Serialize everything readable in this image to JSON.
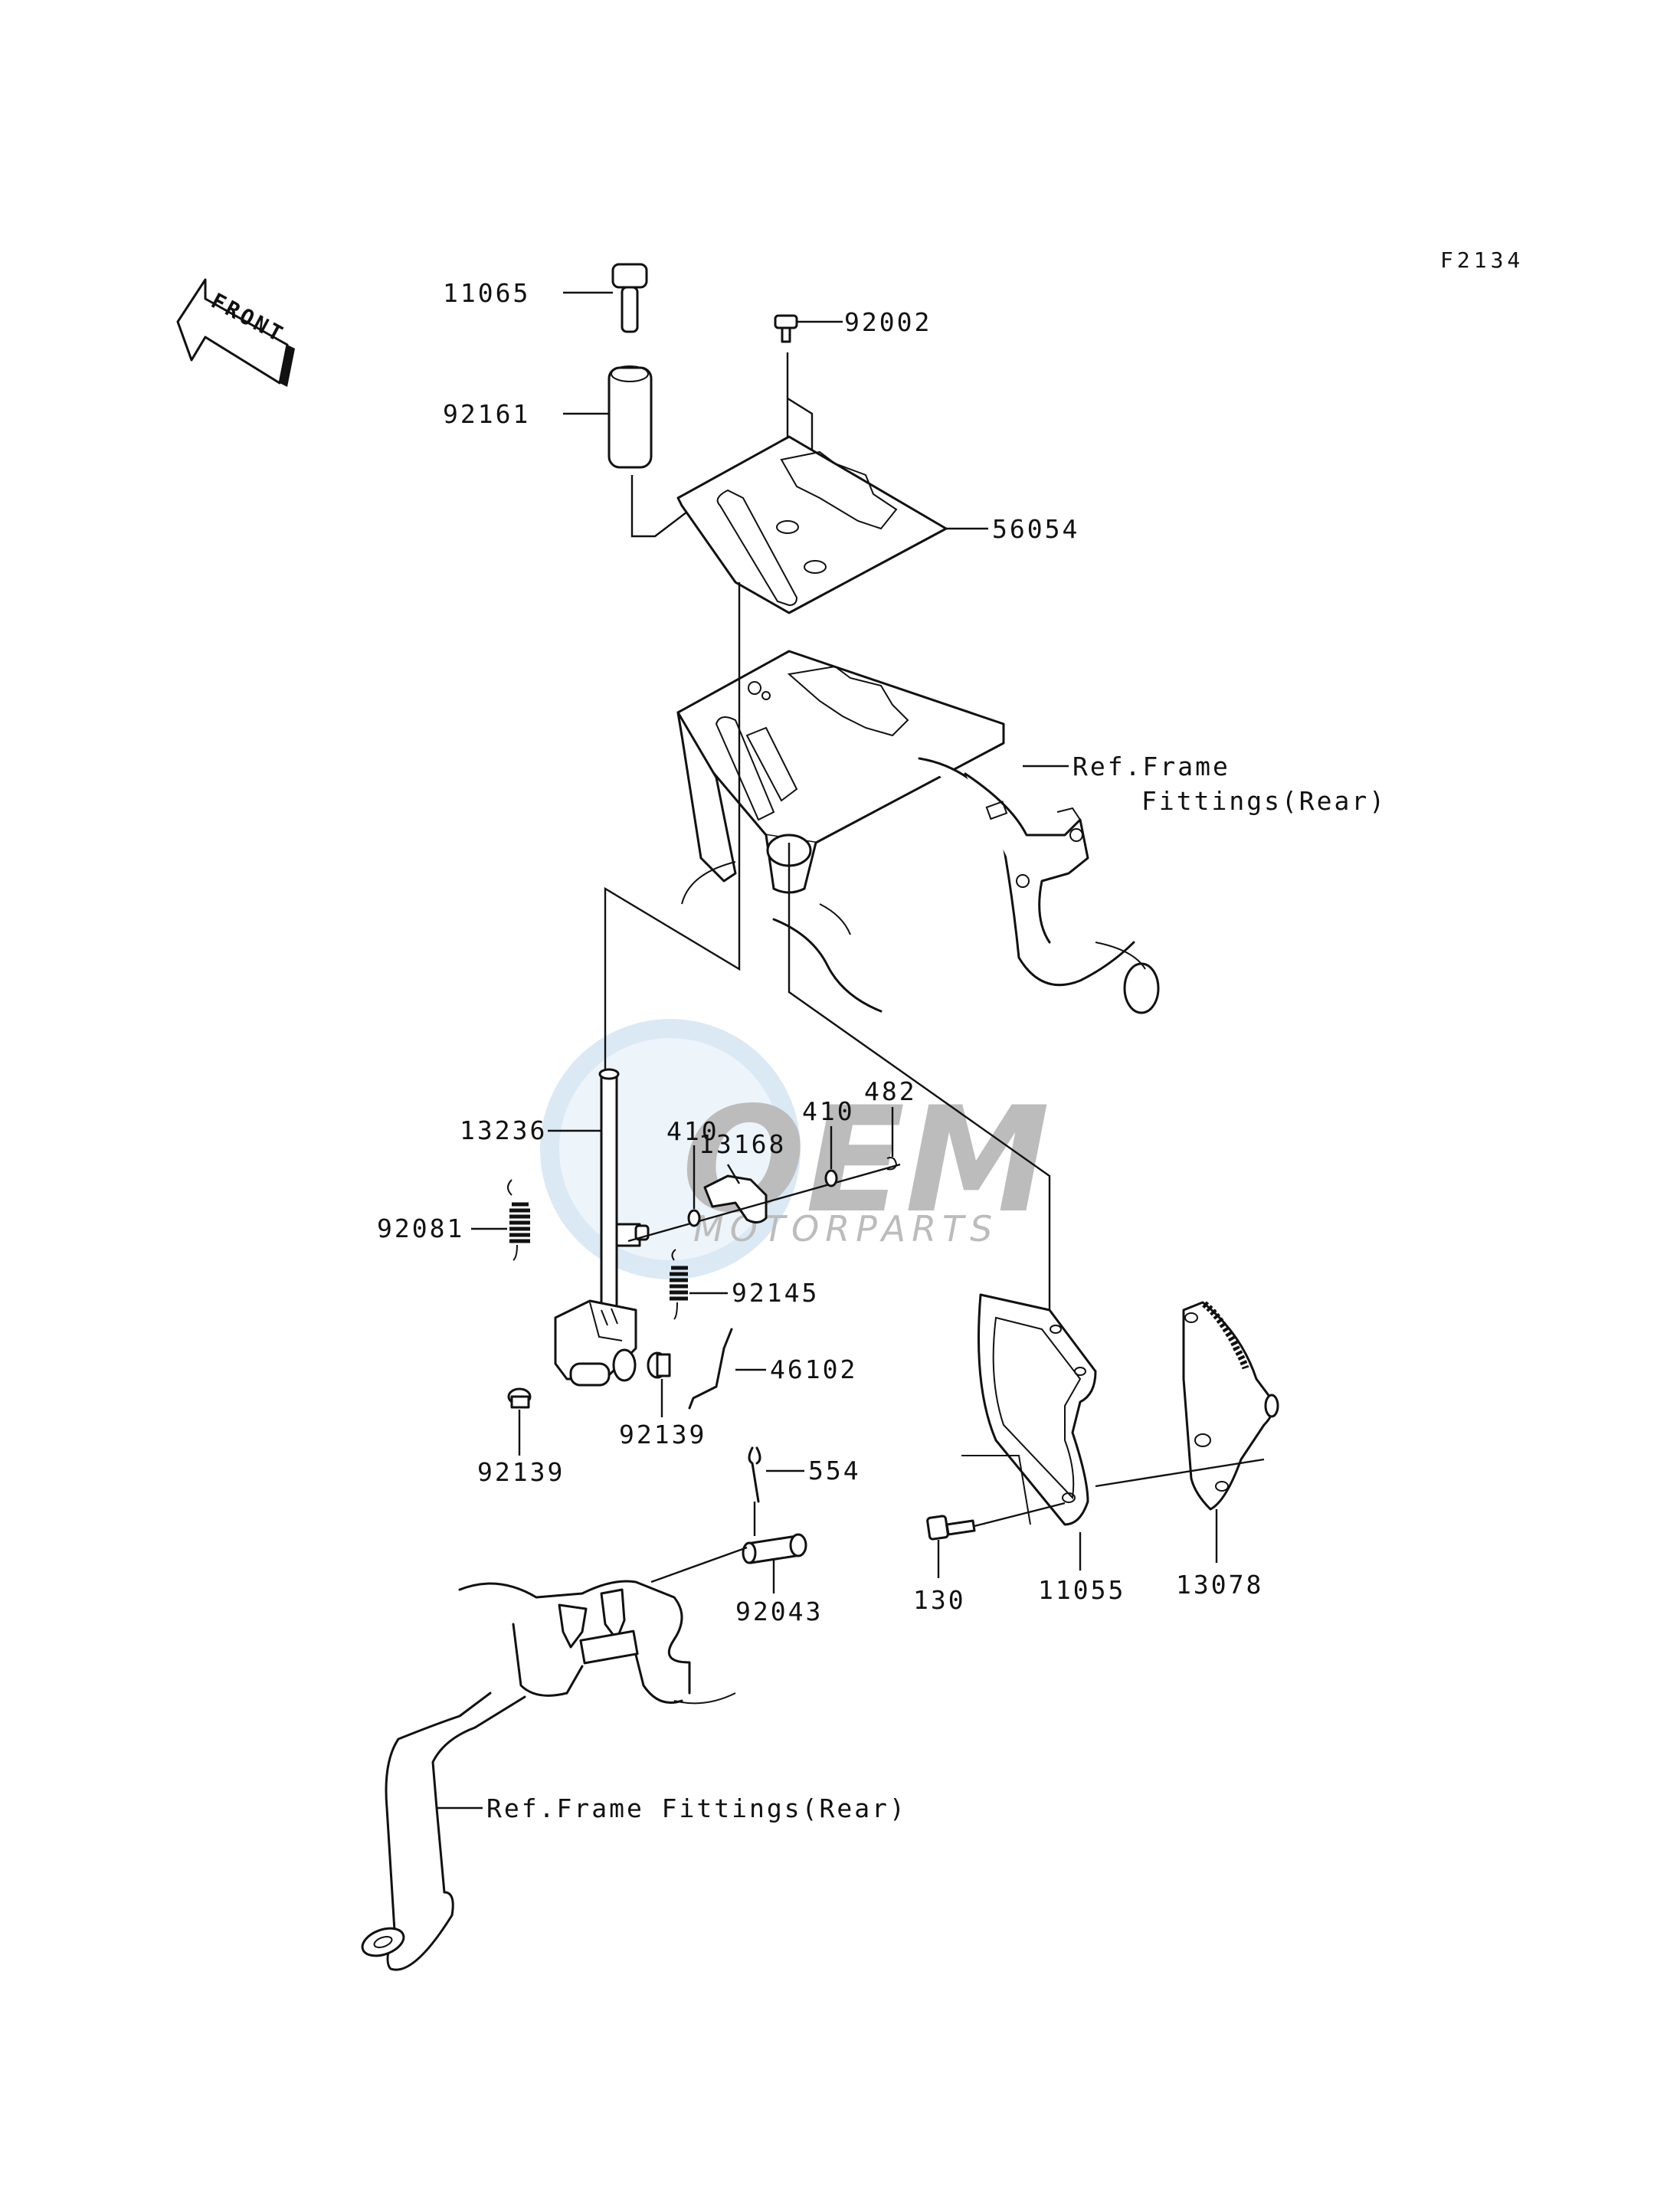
{
  "diagram": {
    "code": "F2134",
    "front_arrow_label": "FRONT",
    "watermark": {
      "brand": "OEM",
      "subtitle": "MOTORPARTS"
    },
    "parts": {
      "p11065": "11065",
      "p92002": "92002",
      "p92161": "92161",
      "p56054": "56054",
      "p13236": "13236",
      "p13168": "13168",
      "p410a": "410",
      "p410b": "410",
      "p482": "482",
      "p92081": "92081",
      "p92145": "92145",
      "p46102": "46102",
      "p92139a": "92139",
      "p92139b": "92139",
      "p554": "554",
      "p92043": "92043",
      "p130": "130",
      "p11055": "11055",
      "p13078": "13078"
    },
    "refs": {
      "frame_rear_upper_line1": "Ref.Frame",
      "frame_rear_upper_line2": "Fittings(Rear)",
      "frame_rear_lower": "Ref.Frame Fittings(Rear)"
    }
  }
}
